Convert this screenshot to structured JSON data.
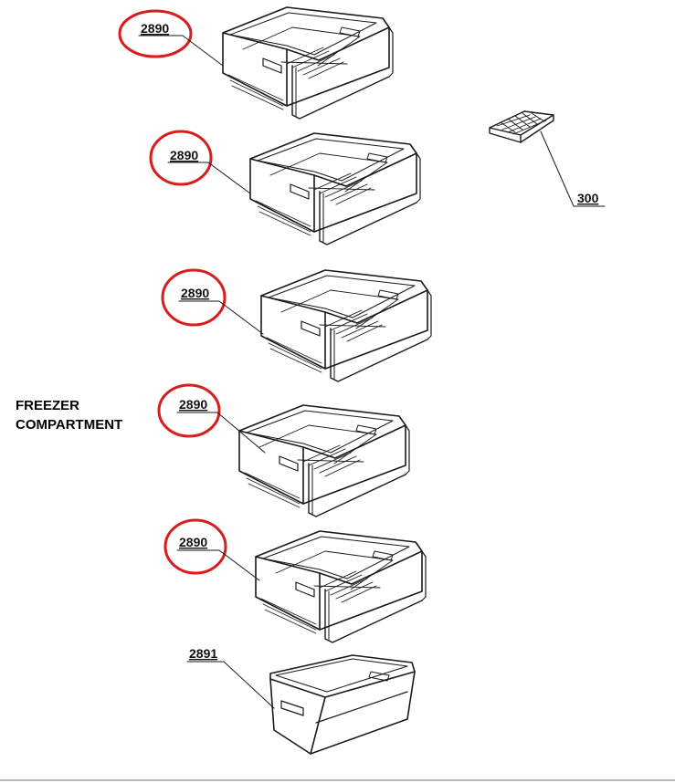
{
  "title": {
    "line1": "FREEZER",
    "line2": "COMPARTMENT"
  },
  "highlight_color": "#d91c1c",
  "parts": [
    {
      "label": "2890",
      "highlighted": true
    },
    {
      "label": "2890",
      "highlighted": true
    },
    {
      "label": "2890",
      "highlighted": true
    },
    {
      "label": "2890",
      "highlighted": true
    },
    {
      "label": "2890",
      "highlighted": true
    },
    {
      "label": "2891",
      "highlighted": false
    },
    {
      "label": "300",
      "highlighted": false
    }
  ]
}
